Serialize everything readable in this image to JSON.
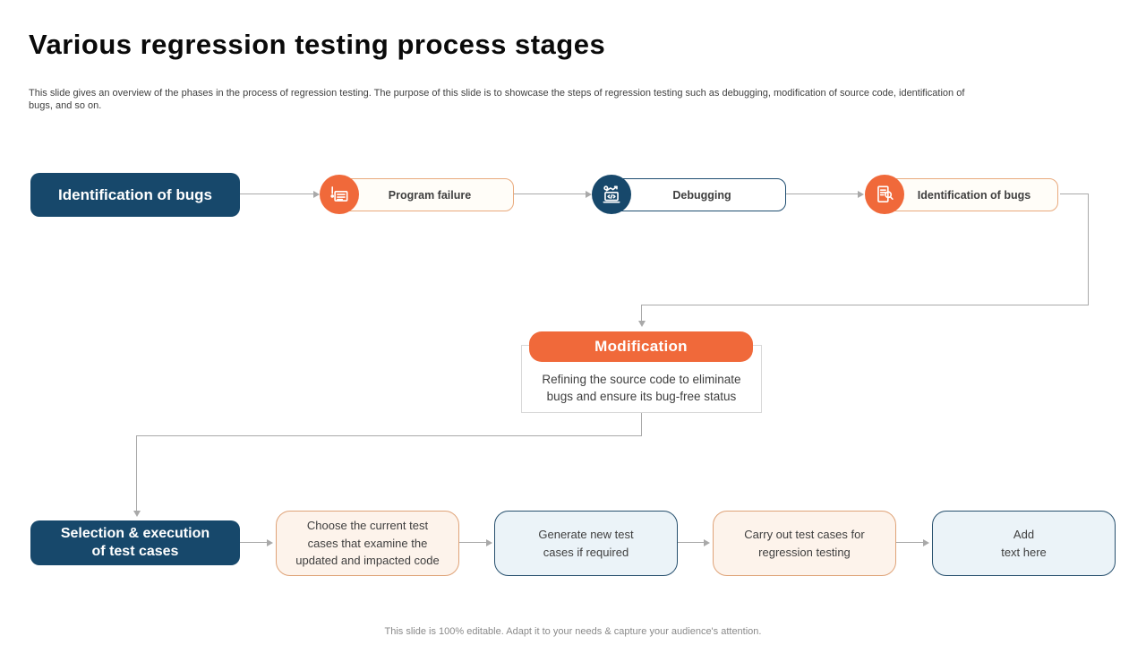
{
  "slide": {
    "title": "Various regression testing process stages",
    "description": "This slide gives an overview of the phases in the process of regression testing. The purpose of this slide is to showcase the steps of regression testing such as debugging, modification of source code, identification of bugs, and so on.",
    "footer": "This slide is 100% editable. Adapt it to your needs & capture your audience's attention."
  },
  "colors": {
    "navy": "#17486b",
    "orange": "#f0693a",
    "orange_border": "#e9aa7d",
    "cream_fill": "#fdf3eb",
    "blue_fill": "#ebf3f8",
    "connector_gray": "#a9a9a9",
    "body_text": "#3f3f3f"
  },
  "top_flow": {
    "stage_label": "Identification of bugs",
    "steps": [
      {
        "label": "Program failure",
        "icon": "warning-checklist-icon",
        "theme": "orange"
      },
      {
        "label": "Debugging",
        "icon": "debugging-monitor-icon",
        "theme": "navy"
      },
      {
        "label": "Identification of bugs",
        "icon": "document-search-icon",
        "theme": "orange"
      }
    ]
  },
  "modification": {
    "title": "Modification",
    "description": "Refining the source code to eliminate\nbugs and ensure its bug-free status"
  },
  "bottom_flow": {
    "stage_label": "Selection & execution\nof test cases",
    "steps": [
      {
        "text": "Choose the current test\ncases that examine the\nupdated and impacted code",
        "theme": "orange"
      },
      {
        "text": "Generate new test\ncases if required",
        "theme": "blue"
      },
      {
        "text": "Carry out test cases for\nregression testing",
        "theme": "orange"
      },
      {
        "text": "Add\ntext here",
        "theme": "blue"
      }
    ]
  }
}
